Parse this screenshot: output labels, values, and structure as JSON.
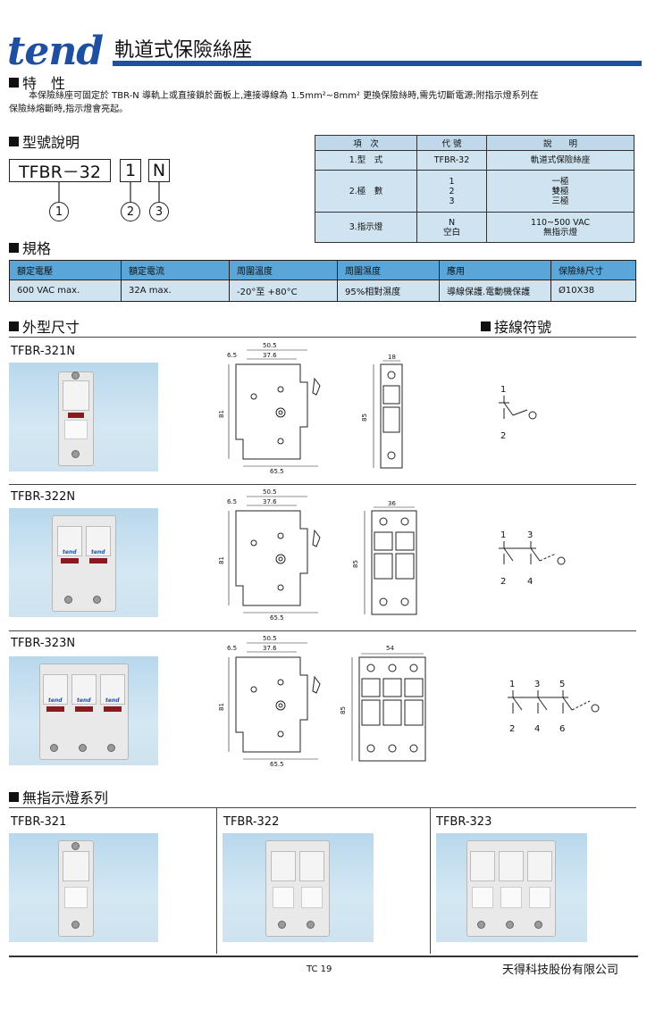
{
  "header": {
    "brand": "tend",
    "title": "軌道式保險絲座",
    "accent_color": "#1f4fa0"
  },
  "features": {
    "heading": "特　性",
    "text_line1": "本保險絲座可固定於 TBR-N 導軌上或直接鎖於面板上,連接導線為 1.5mm²~8mm² 更換保險絲時,需先切斷電源;附指示燈系列在",
    "text_line2": "保險絲熔斷時,指示燈會亮起。"
  },
  "model_explain": {
    "heading": "型號說明",
    "part_base": "TFBR－32",
    "part_pole": "1",
    "part_lamp": "N",
    "circles": [
      "1",
      "2",
      "3"
    ]
  },
  "legend_table": {
    "headers": [
      "項　次",
      "代 號",
      "說　　明"
    ],
    "rows": [
      {
        "item": "1.型　式",
        "codes": [
          "TFBR-32"
        ],
        "desc": [
          "軌道式保險絲座"
        ]
      },
      {
        "item": "2.極　數",
        "codes": [
          "1",
          "2",
          "3"
        ],
        "desc": [
          "一極",
          "雙極",
          "三極"
        ]
      },
      {
        "item": "3.指示燈",
        "codes": [
          "N",
          "空白"
        ],
        "desc": [
          "110~500 VAC",
          "無指示燈"
        ]
      }
    ]
  },
  "specs": {
    "heading": "規格",
    "headers": [
      "額定電壓",
      "額定電流",
      "周圍溫度",
      "周圍濕度",
      "應用",
      "保險絲尺寸"
    ],
    "values": [
      "600 VAC max.",
      "32A max.",
      "-20°至 +80°C",
      "95%相對濕度",
      "導線保護.電動機保護",
      "Ø10X38"
    ]
  },
  "dimensions": {
    "heading": "外型尺寸",
    "wiring_heading": "接線符號",
    "labels": {
      "d65": "6.5",
      "d505": "50.5",
      "d376": "37.6",
      "d81": "81",
      "d655": "65.5",
      "d85": "85"
    },
    "models": [
      {
        "name": "TFBR-321N",
        "width": "18",
        "terminals_top": [
          "1"
        ],
        "terminals_bottom": [
          "2"
        ]
      },
      {
        "name": "TFBR-322N",
        "width": "36",
        "terminals_top": [
          "1",
          "3"
        ],
        "terminals_bottom": [
          "2",
          "4"
        ]
      },
      {
        "name": "TFBR-323N",
        "width": "54",
        "terminals_top": [
          "1",
          "3",
          "5"
        ],
        "terminals_bottom": [
          "2",
          "4",
          "6"
        ]
      }
    ]
  },
  "no_lamp": {
    "heading": "無指示燈系列",
    "models": [
      "TFBR-321",
      "TFBR-322",
      "TFBR-323"
    ]
  },
  "footer": {
    "page": "TC 19",
    "company": "天得科技股份有限公司"
  }
}
